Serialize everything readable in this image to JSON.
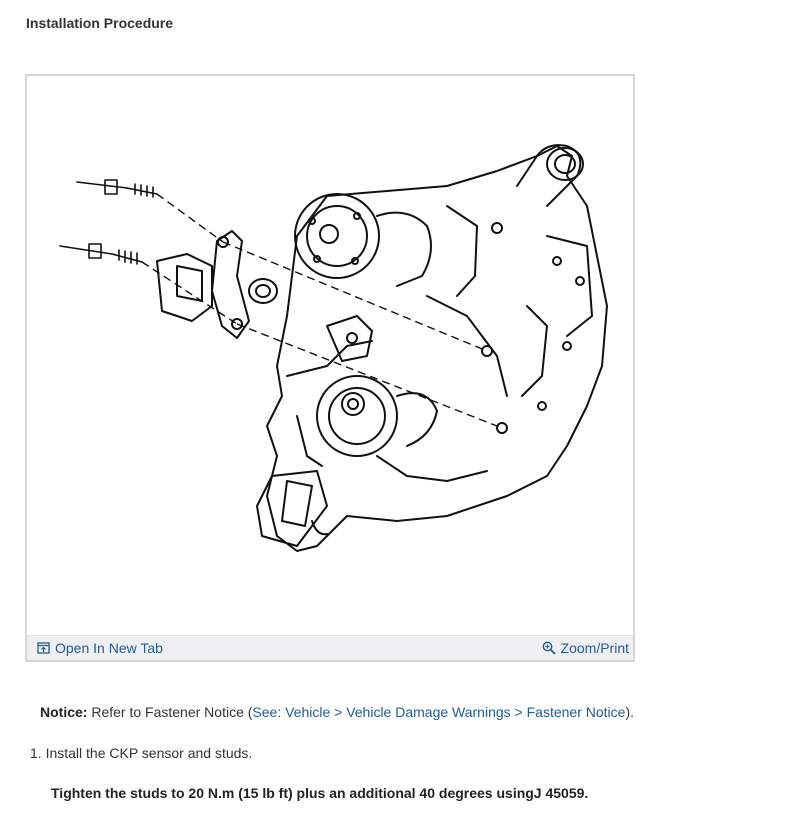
{
  "heading": "Installation Procedure",
  "figure": {
    "open_tab_label": "Open In New Tab",
    "zoom_label": "Zoom/Print",
    "open_tab_icon": "open-in-new-tab-icon",
    "zoom_icon": "magnifier-icon"
  },
  "notice": {
    "label": "Notice:",
    "text_before": " Refer to Fastener Notice (",
    "link": "See: Vehicle > Vehicle Damage Warnings > Fastener Notice",
    "text_after": ")."
  },
  "steps": [
    {
      "text": "1. Install the CKP sensor and studs.",
      "spec": "Tighten the studs to 20 N.m (15 lb ft) plus an additional 40 degrees usingJ 45059."
    }
  ],
  "colors": {
    "link": "#1f5c9a",
    "text": "#333333",
    "toolbar_bg": "#f0f0f2",
    "frame_border": "#d6d6d6"
  }
}
